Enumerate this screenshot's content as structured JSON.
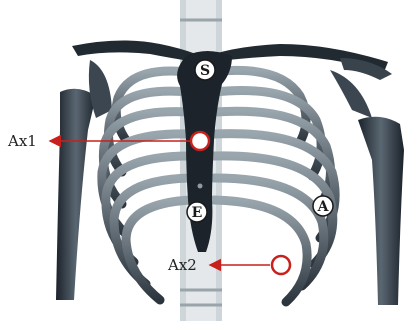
{
  "figure": {
    "markers": {
      "sternum_top": "S",
      "sternum_bottom": "E",
      "side": "A"
    },
    "arrows": {
      "upper": "Ax1",
      "lower": "Ax2"
    },
    "colors": {
      "arrow": "#c8201c",
      "bone": "#27303a",
      "bone_light": "#8e9aa4",
      "badge_fill": "#ffffff",
      "badge_stroke": "#1a1a1a",
      "background": "#ffffff"
    }
  }
}
